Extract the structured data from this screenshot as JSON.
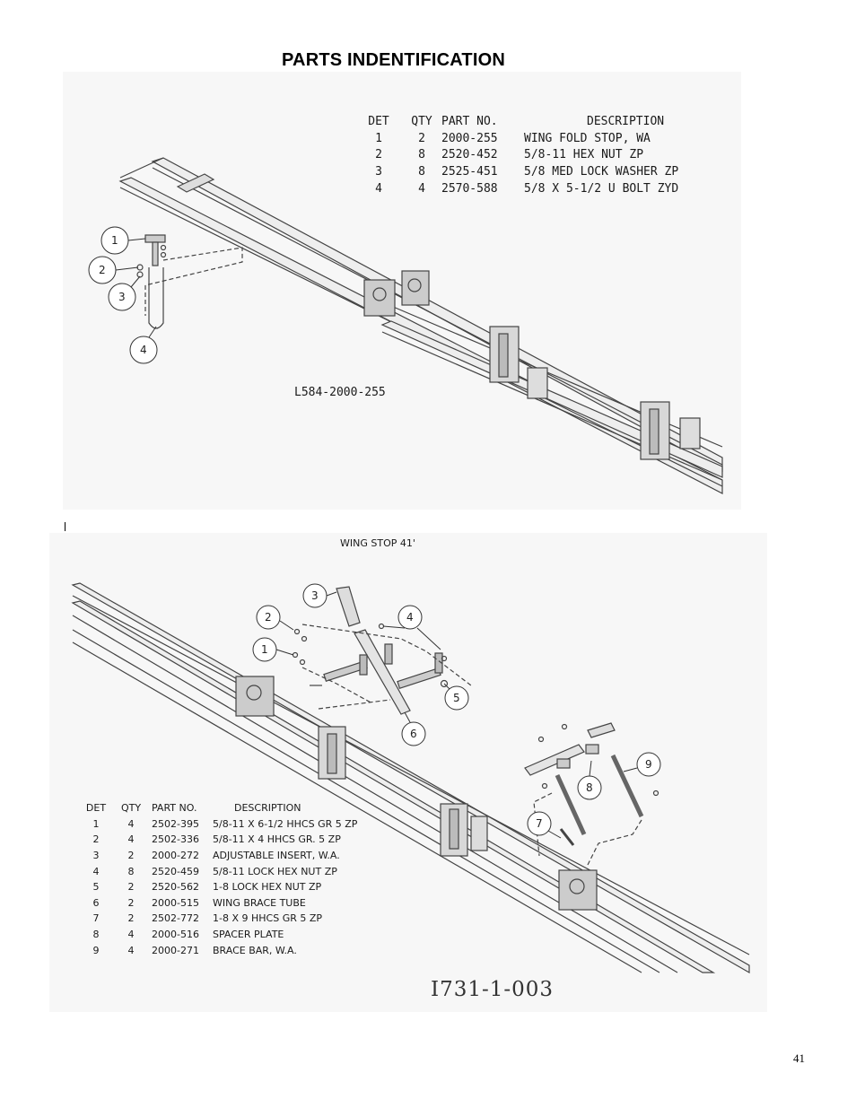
{
  "page": {
    "title": "PARTS INDENTIFICATION",
    "page_number": "41",
    "stray_mark": "I"
  },
  "figure1": {
    "drawing_number": "L584-2000-255",
    "table": {
      "headers": {
        "det": "DET",
        "qty": "QTY",
        "part": "PART NO.",
        "desc": "DESCRIPTION"
      },
      "rows": [
        {
          "det": "1",
          "qty": "2",
          "part": "2000-255",
          "desc": "WING FOLD STOP, WA"
        },
        {
          "det": "2",
          "qty": "8",
          "part": "2520-452",
          "desc": "5/8-11 HEX NUT ZP"
        },
        {
          "det": "3",
          "qty": "8",
          "part": "2525-451",
          "desc": "5/8 MED LOCK WASHER ZP"
        },
        {
          "det": "4",
          "qty": "4",
          "part": "2570-588",
          "desc": "5/8 X 5-1/2 U BOLT ZYD"
        }
      ]
    },
    "callouts": [
      "1",
      "2",
      "3",
      "4"
    ]
  },
  "figure2": {
    "title": "WING STOP 41'",
    "drawing_number": "I731-1-003",
    "table": {
      "headers": {
        "det": "DET",
        "qty": "QTY",
        "part": "PART NO.",
        "desc": "DESCRIPTION"
      },
      "rows": [
        {
          "det": "1",
          "qty": "4",
          "part": "2502-395",
          "desc": "5/8-11 X 6-1/2 HHCS GR 5 ZP"
        },
        {
          "det": "2",
          "qty": "4",
          "part": "2502-336",
          "desc": "5/8-11 X 4 HHCS GR. 5 ZP"
        },
        {
          "det": "3",
          "qty": "2",
          "part": "2000-272",
          "desc": "ADJUSTABLE INSERT, W.A."
        },
        {
          "det": "4",
          "qty": "8",
          "part": "2520-459",
          "desc": "5/8-11 LOCK HEX NUT ZP"
        },
        {
          "det": "5",
          "qty": "2",
          "part": "2520-562",
          "desc": "1-8 LOCK HEX NUT ZP"
        },
        {
          "det": "6",
          "qty": "2",
          "part": "2000-515",
          "desc": "WING BRACE TUBE"
        },
        {
          "det": "7",
          "qty": "2",
          "part": "2502-772",
          "desc": "1-8 X 9  HHCS GR 5 ZP"
        },
        {
          "det": "8",
          "qty": "4",
          "part": "2000-516",
          "desc": "SPACER PLATE"
        },
        {
          "det": "9",
          "qty": "4",
          "part": "2000-271",
          "desc": "BRACE BAR, W.A."
        }
      ]
    },
    "callouts": [
      "1",
      "2",
      "3",
      "4",
      "5",
      "6",
      "7",
      "8",
      "9"
    ]
  }
}
